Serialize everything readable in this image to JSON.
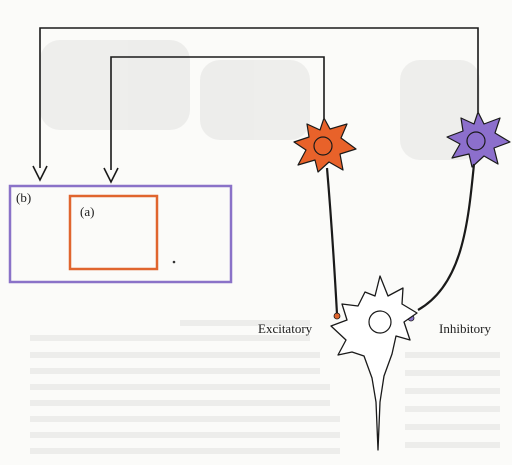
{
  "boxes": {
    "outer_label": "(b)",
    "inner_label": "(a)"
  },
  "neurons": {
    "excitatory_label": "Excitatory",
    "inhibitory_label": "Inhibitory"
  },
  "colors": {
    "outer_box": "#8a72c8",
    "inner_box": "#e0652e",
    "excitatory_cell": "#e8622a",
    "inhibitory_cell": "#8c6fcc",
    "target_cell": "#ffffff",
    "lines": "#1a1a1a",
    "background": "#fbfbf9"
  }
}
